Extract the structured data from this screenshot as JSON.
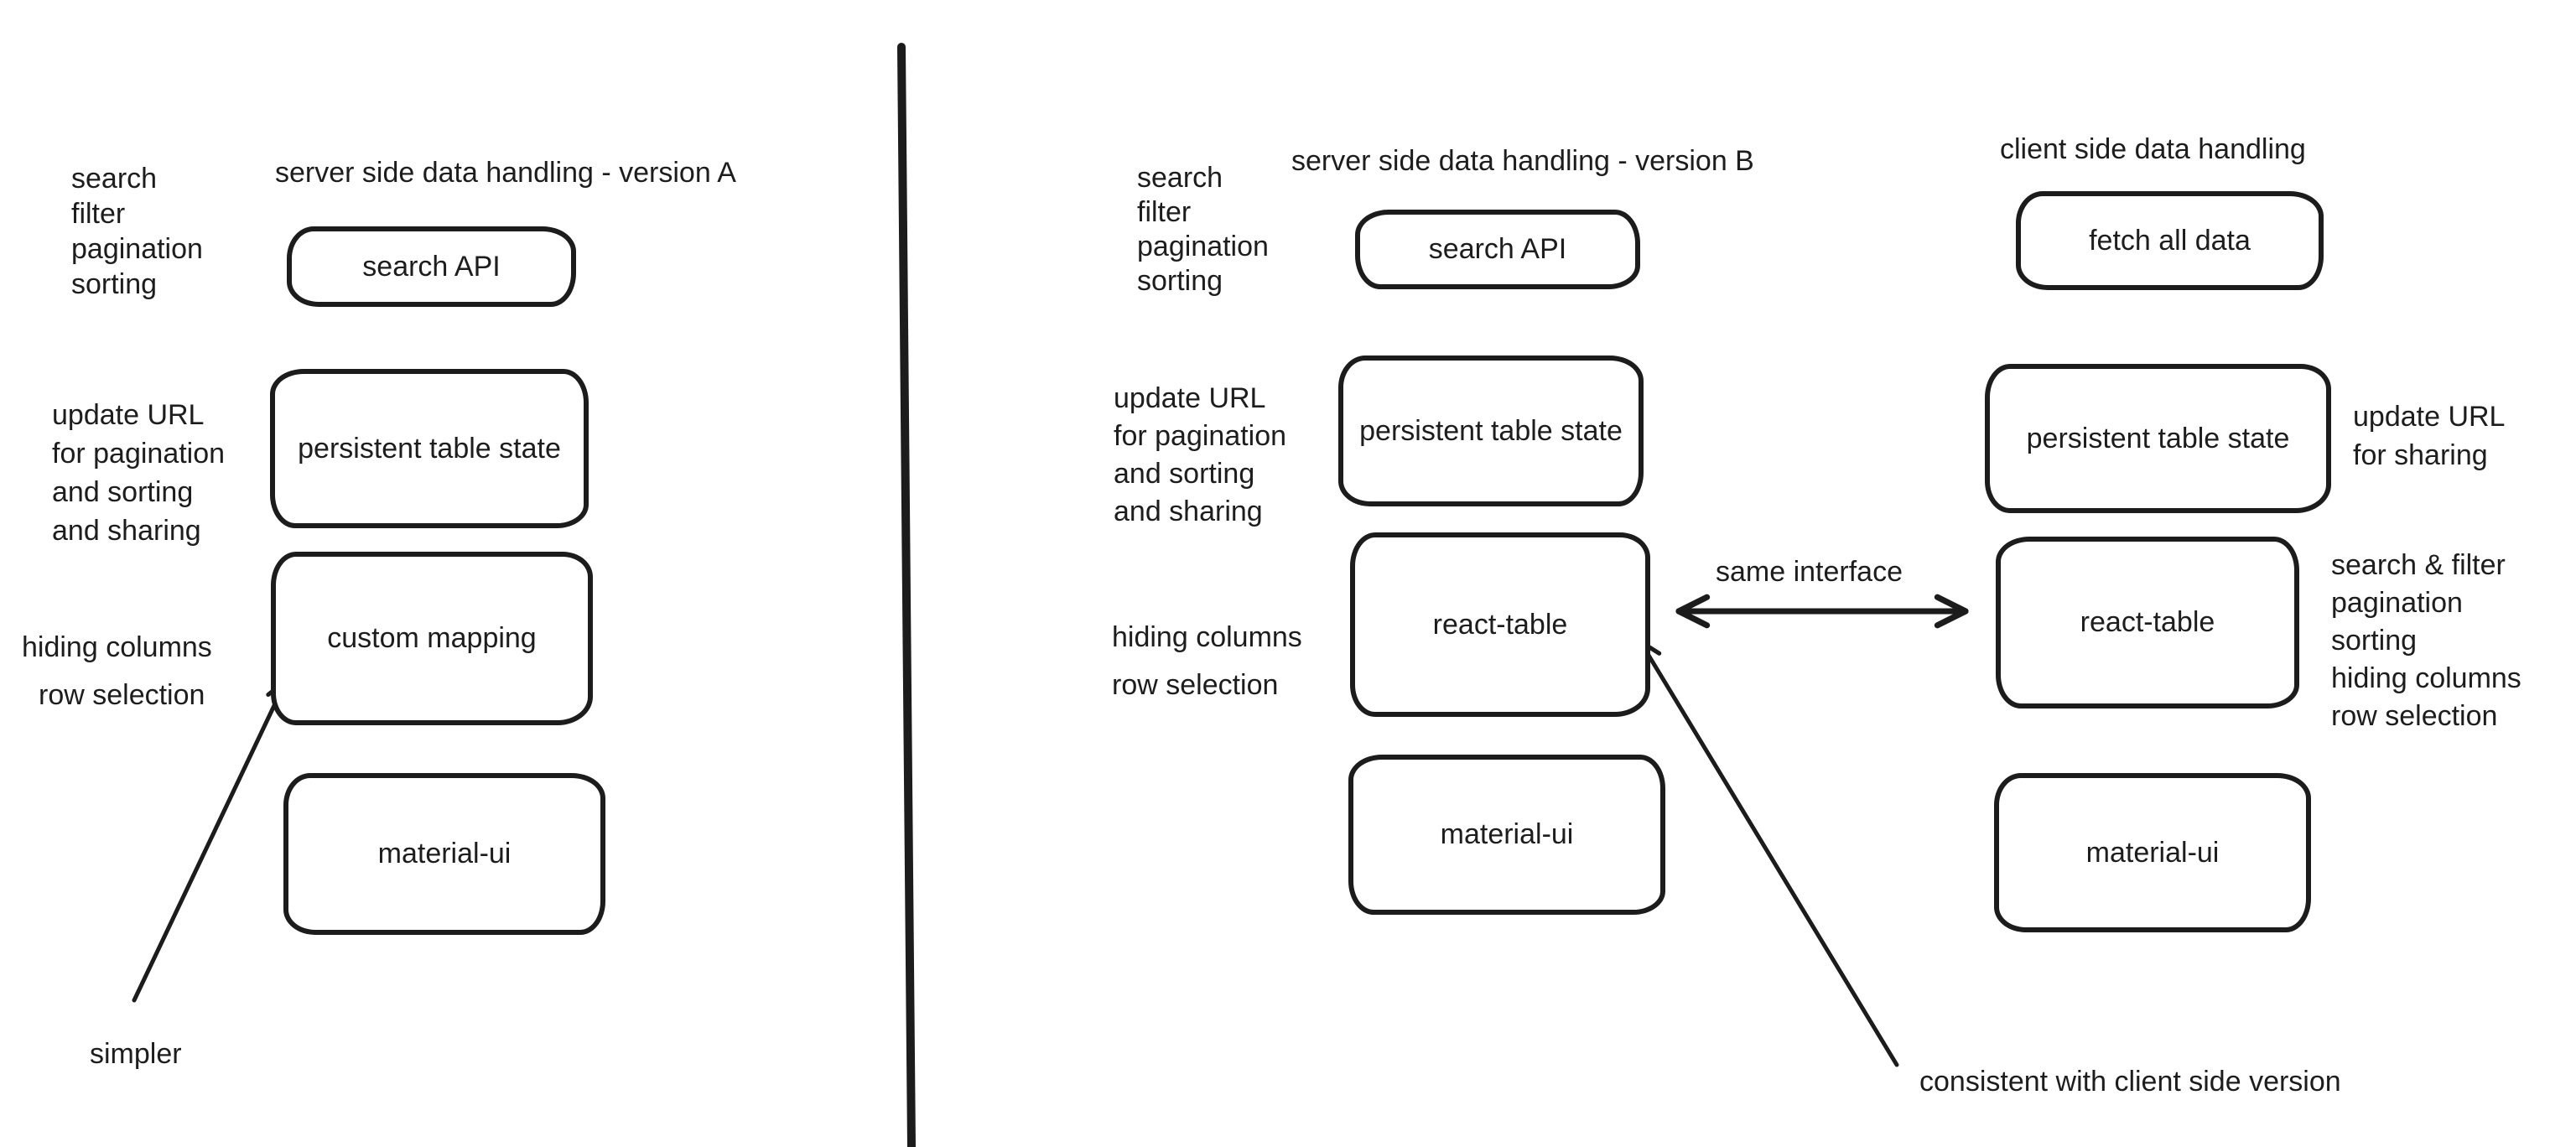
{
  "left": {
    "title": "server side data handling - version A",
    "features_label": "search\nfilter\npagination\nsorting",
    "url_label": "update URL\nfor pagination\nand sorting\nand sharing",
    "hiding_label": "hiding columns",
    "row_label": "row selection",
    "simpler_label": "simpler",
    "box_search_api": "search API",
    "box_persistent": "persistent table state",
    "box_custom_mapping": "custom mapping",
    "box_material": "material-ui"
  },
  "middle": {
    "title": "server side data handling - version B",
    "features_label": "search\nfilter\npagination\nsorting",
    "url_label": "update URL\nfor pagination\nand sorting\nand sharing",
    "hiding_label": "hiding columns",
    "row_label": "row selection",
    "box_search_api": "search API",
    "box_persistent": "persistent table state",
    "box_react_table": "react-table",
    "box_material": "material-ui",
    "same_interface_label": "same interface",
    "consistent_label": "consistent with client side version"
  },
  "right": {
    "title": "client side data handling",
    "box_fetch": "fetch all data",
    "box_persistent": "persistent table state",
    "box_react_table": "react-table",
    "box_material": "material-ui",
    "url_label": "update URL\nfor sharing",
    "features_label": "search & filter\npagination\nsorting\nhiding columns\nrow selection"
  },
  "colors": {
    "ink": "#1c1c1c",
    "background": "#ffffff"
  }
}
